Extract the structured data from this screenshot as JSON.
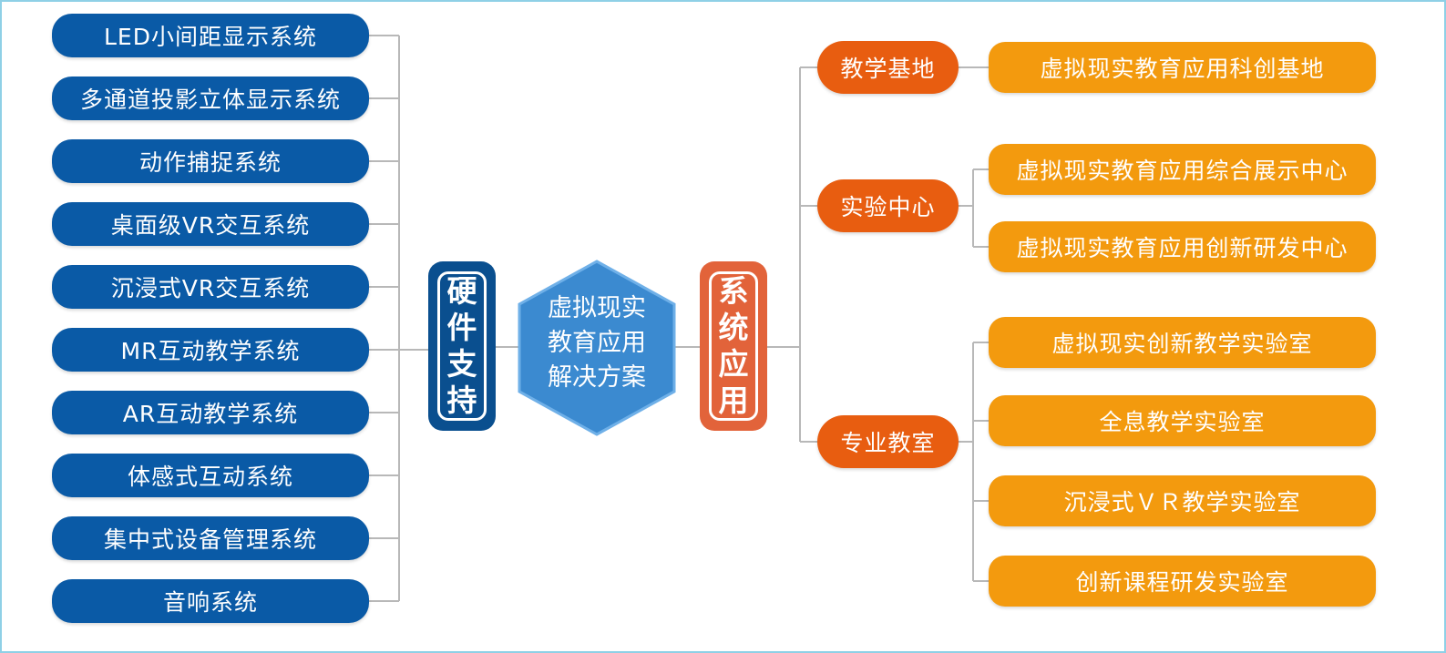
{
  "center": {
    "lines": [
      "虚拟现实",
      "教育应用",
      "解决方案"
    ]
  },
  "hardware": {
    "title_chars": [
      "硬",
      "件",
      "支",
      "持"
    ],
    "items": [
      "LED小间距显示系统",
      "多通道投影立体显示系统",
      "动作捕捉系统",
      "桌面级VR交互系统",
      "沉浸式VR交互系统",
      "MR互动教学系统",
      "AR互动教学系统",
      "体感式互动系统",
      "集中式设备管理系统",
      "音响系统"
    ]
  },
  "application": {
    "title_chars": [
      "系",
      "统",
      "应",
      "用"
    ],
    "categories": [
      {
        "label": "教学基地",
        "items": [
          "虚拟现实教育应用科创基地"
        ]
      },
      {
        "label": "实验中心",
        "items": [
          "虚拟现实教育应用综合展示中心",
          "虚拟现实教育应用创新研发中心"
        ]
      },
      {
        "label": "专业教室",
        "items": [
          "虚拟现实创新教学实验室",
          "全息教学实验室",
          "沉浸式ＶＲ教学实验室",
          "创新课程研发实验室"
        ]
      }
    ]
  },
  "colors": {
    "hardware_blue": "#0a5aa6",
    "hardware_title_blue": "#0a4f8f",
    "center_hex_blue": "#3b8ad0",
    "category_orange": "#e85d10",
    "item_orange": "#f39a0e",
    "system_title_orange": "#e2633a",
    "connector_gray": "#b8b8b8",
    "frame_cyan": "#8fd0e6"
  }
}
